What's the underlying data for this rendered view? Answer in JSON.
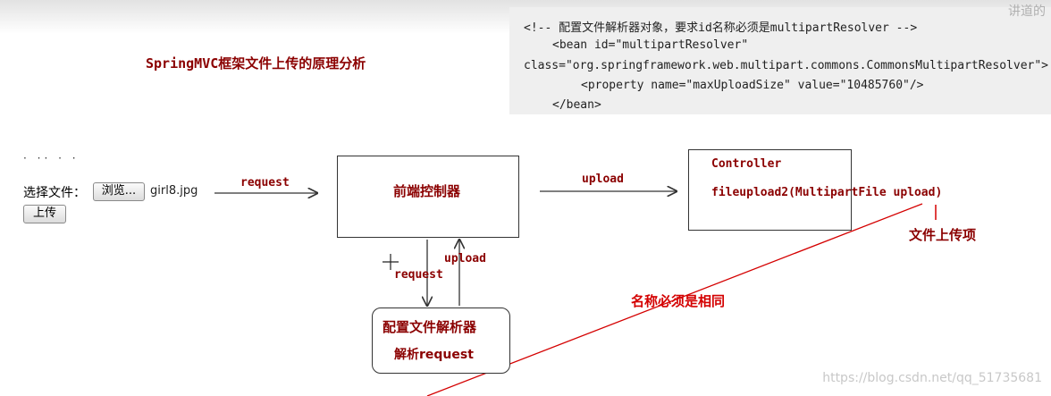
{
  "title": "SpringMVC框架文件上传的原理分析",
  "code": {
    "lines": [
      "<!-- 配置文件解析器对象，要求id名称必须是multipartResolver -->",
      "<bean id=\"multipartResolver\"",
      "class=\"org.springframework.web.multipart.commons.CommonsMultipartResolver\">",
      "<property name=\"maxUploadSize\" value=\"10485760\"/>",
      "</bean>"
    ],
    "corner_text": "讲道的"
  },
  "form": {
    "dots": "· ·· · ·",
    "file_label": "选择文件：",
    "browse_label": "浏览...",
    "file_name": "girl8.jpg",
    "upload_label": "上传"
  },
  "diagram": {
    "front_controller": "前端控制器",
    "controller_title": "Controller",
    "controller_method": "fileupload2(MultipartFile upload)",
    "resolver_title": "配置文件解析器",
    "resolver_sub": "解析request",
    "arrow_request": "request",
    "arrow_upload": "upload",
    "arrow_down_request": "request",
    "arrow_up_upload": "upload",
    "file_item_label": "文件上传项",
    "same_name_note": "名称必须是相同"
  },
  "watermark": "https://blog.csdn.net/qq_51735681",
  "colors": {
    "dark_red": "#8b0000",
    "annotation_red": "#d40000",
    "code_bg": "#efefef"
  }
}
